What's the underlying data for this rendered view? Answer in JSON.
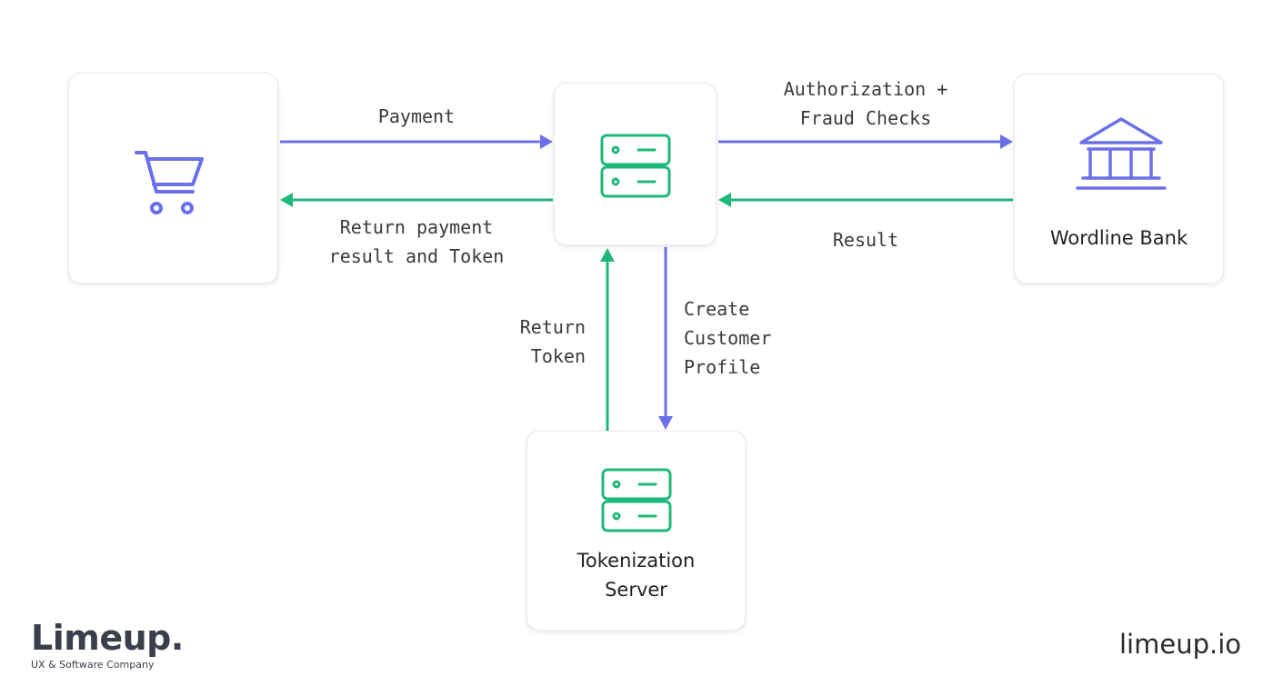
{
  "colors": {
    "request_arrow": "#6b70e8",
    "response_arrow": "#1db87a",
    "icon_purple": "#6b70e8",
    "icon_green": "#1db87a"
  },
  "nodes": {
    "merchant": {
      "icon": "shopping-cart-icon"
    },
    "gateway": {
      "icon": "server-icon"
    },
    "bank": {
      "icon": "bank-icon",
      "label": "Wordline Bank"
    },
    "tokenization": {
      "icon": "server-icon",
      "label": "Tokenization\nServer"
    }
  },
  "flows": {
    "payment": "Payment",
    "return_payment": "Return payment\nresult and Token",
    "authorization": "Authorization +\nFraud Checks",
    "result": "Result",
    "return_token": "Return\nToken",
    "create_profile": "Create\nCustomer\nProfile"
  },
  "branding": {
    "logo_name": "Limeup.",
    "logo_tagline": "UX & Software Company",
    "website": "limeup.io"
  }
}
